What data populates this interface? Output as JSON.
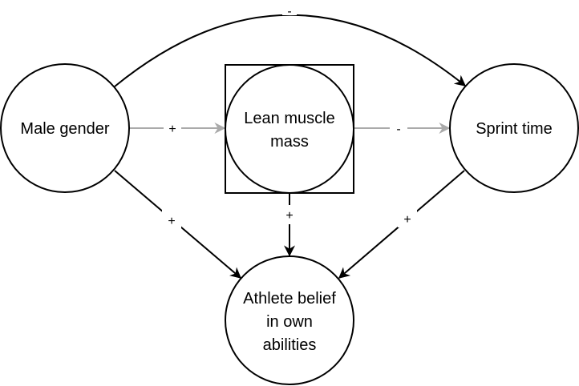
{
  "diagram": {
    "type": "causal-graph",
    "nodes": [
      {
        "id": "male",
        "label_lines": [
          "Male gender"
        ]
      },
      {
        "id": "lean",
        "label_lines": [
          "Lean muscle",
          "mass"
        ],
        "boxed": true
      },
      {
        "id": "sprint",
        "label_lines": [
          "Sprint time"
        ]
      },
      {
        "id": "belief",
        "label_lines": [
          "Athlete belief",
          "in own",
          "abilities"
        ]
      }
    ],
    "edges": [
      {
        "id": "male-sprint",
        "from": "male",
        "to": "sprint",
        "sign": "-",
        "color": "#000000"
      },
      {
        "id": "male-lean",
        "from": "male",
        "to": "lean",
        "sign": "+",
        "color": "#aaaaaa"
      },
      {
        "id": "lean-sprint",
        "from": "lean",
        "to": "sprint",
        "sign": "-",
        "color": "#aaaaaa"
      },
      {
        "id": "male-belief",
        "from": "male",
        "to": "belief",
        "sign": "+",
        "color": "#000000"
      },
      {
        "id": "lean-belief",
        "from": "lean",
        "to": "belief",
        "sign": "+",
        "color": "#000000"
      },
      {
        "id": "sprint-belief",
        "from": "sprint",
        "to": "belief",
        "sign": "+",
        "color": "#000000"
      }
    ]
  }
}
